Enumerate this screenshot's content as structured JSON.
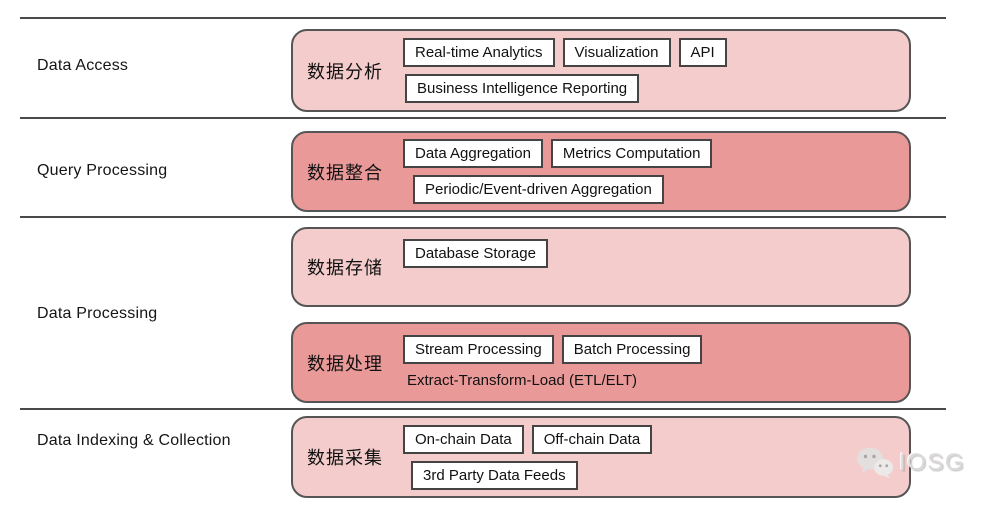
{
  "colors": {
    "light_pink": "#f4cccc",
    "dark_pink": "#ea9999",
    "box_border": "#555555",
    "chip_border": "#444444",
    "divider": "#4a4a4a"
  },
  "sections": [
    {
      "label": "Data Access"
    },
    {
      "label": "Query Processing"
    },
    {
      "label": "Data Processing"
    },
    {
      "label": "Data Indexing & Collection"
    }
  ],
  "boxes": [
    {
      "chinese_label": "数据分析",
      "tone": "light",
      "lines": [
        [
          "Real-time Analytics",
          "Visualization",
          "API"
        ],
        [
          "Business Intelligence Reporting"
        ]
      ]
    },
    {
      "chinese_label": "数据整合",
      "tone": "dark",
      "lines": [
        [
          "Data Aggregation",
          "Metrics Computation"
        ],
        [
          "Periodic/Event-driven Aggregation"
        ]
      ]
    },
    {
      "chinese_label": "数据存储",
      "tone": "light",
      "lines": [
        [
          "Database Storage"
        ]
      ]
    },
    {
      "chinese_label": "数据处理",
      "tone": "dark",
      "lines": [
        [
          "Stream Processing",
          "Batch Processing"
        ]
      ],
      "plain_text": "Extract-Transform-Load (ETL/ELT)"
    },
    {
      "chinese_label": "数据采集",
      "tone": "light",
      "lines": [
        [
          "On-chain Data",
          "Off-chain Data"
        ],
        [
          "3rd Party Data Feeds"
        ]
      ]
    }
  ],
  "watermark": {
    "brand": "IOSG",
    "icon": "wechat-icon"
  }
}
